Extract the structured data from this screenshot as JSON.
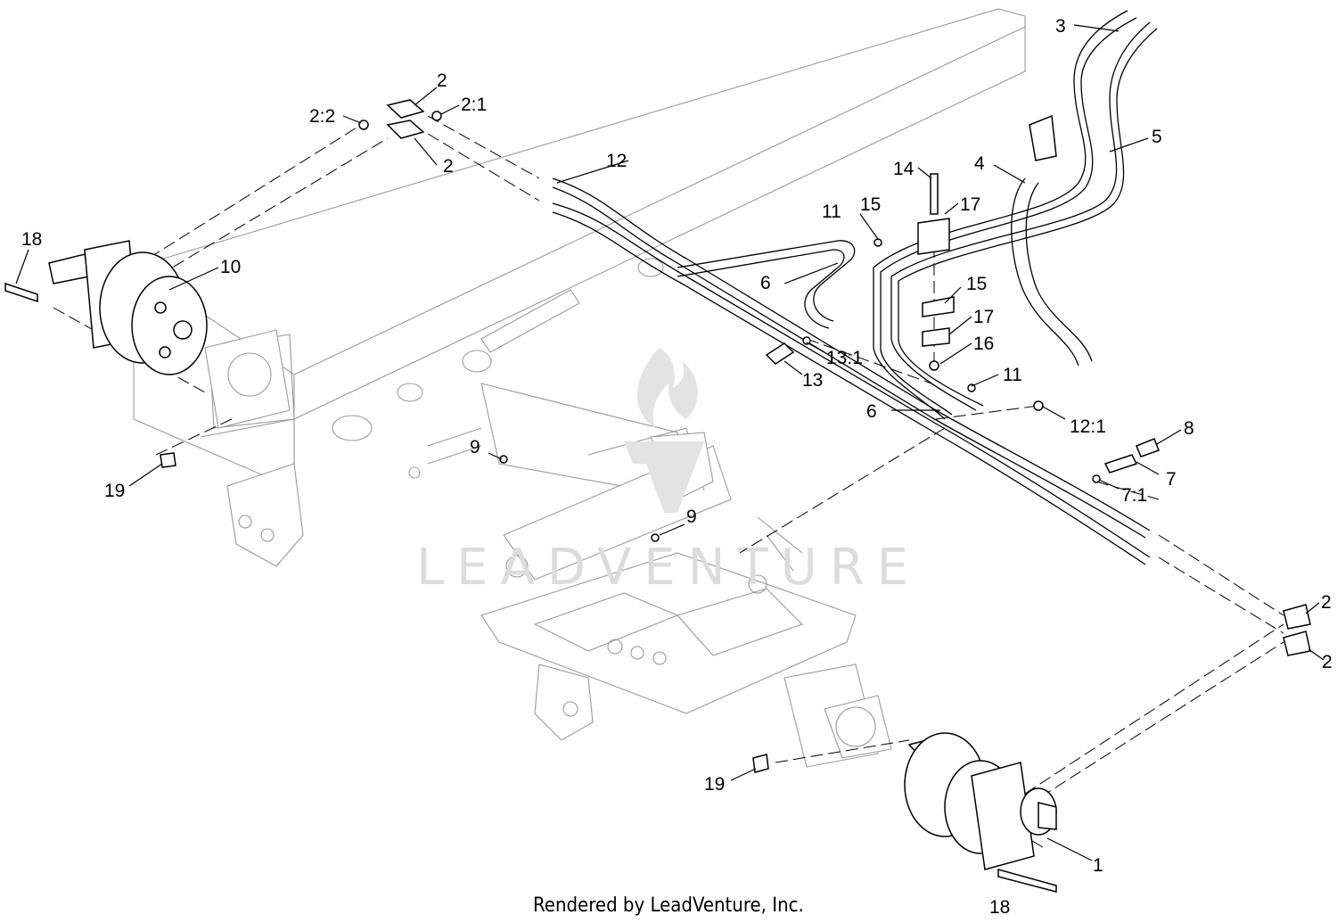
{
  "diagram": {
    "callouts": [
      "2",
      "2:2",
      "2:1",
      "2",
      "12",
      "3",
      "5",
      "4",
      "14",
      "17",
      "15",
      "11",
      "6",
      "18",
      "10",
      "15",
      "17",
      "16",
      "13:1",
      "13",
      "11",
      "6",
      "12:1",
      "8",
      "7",
      "7:1",
      "9",
      "9",
      "19",
      "2",
      "2",
      "19",
      "1",
      "18"
    ],
    "watermark": "LEADVENTURE",
    "footer": "Rendered by LeadVenture, Inc."
  }
}
